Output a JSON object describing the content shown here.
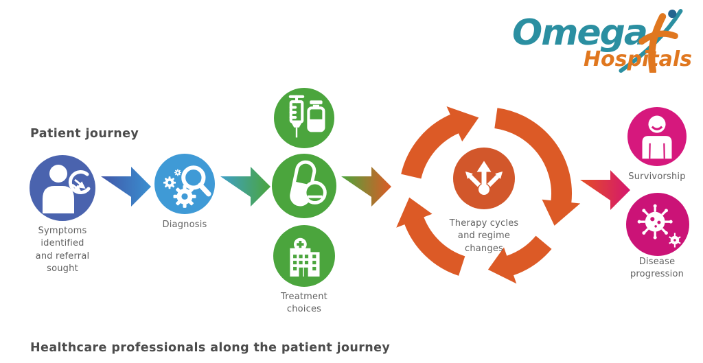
{
  "logo": {
    "brand": "Omega",
    "sub": "Hospitals"
  },
  "headings": {
    "top": "Patient journey",
    "bottom": "Healthcare professionals along the patient journey"
  },
  "labels": {
    "symptoms": "Symptoms\nidentified\nand referral\nsought",
    "diagnosis": "Diagnosis",
    "treatment": "Treatment\nchoices",
    "therapy": "Therapy cycles\nand regime\nchanges",
    "survivorship": "Survivorship",
    "disease": "Disease\nprogression"
  },
  "icons": {
    "symptoms": "person-referral-icon",
    "diagnosis": "magnifier-gears-icon",
    "treatment_top": "syringe-vial-icon",
    "treatment_middle": "pills-icon",
    "treatment_bottom": "hospital-icon",
    "therapy_center": "branching-arrows-icon",
    "therapy_ring": "cycle-arrows-icon",
    "survivorship": "person-survivor-icon",
    "disease": "virus-icon",
    "logo": "logo-figure-icon"
  },
  "colors": {
    "indigo": "#4a63ae",
    "sky": "#3f9ad6",
    "green": "#4ba53d",
    "orange": "#dc5a26",
    "orange_deep": "#d2572b",
    "magenta": "#d6187d",
    "magenta_deep": "#cb1377",
    "heading": "#4c4c4c",
    "label": "#616161",
    "logo_teal": "#2b8fa1",
    "logo_orange": "#e0771f",
    "logo_dot": "#23648f",
    "arrow1_from": "#4257a8",
    "arrow1_to": "#3a8fd0",
    "arrow2_from": "#3f9fc7",
    "arrow2_to": "#4ba53d",
    "arrow3_from": "#4ba53d",
    "arrow3_to": "#dc5a26",
    "arrow4_from": "#e44f26",
    "arrow4_to": "#d4176e"
  }
}
